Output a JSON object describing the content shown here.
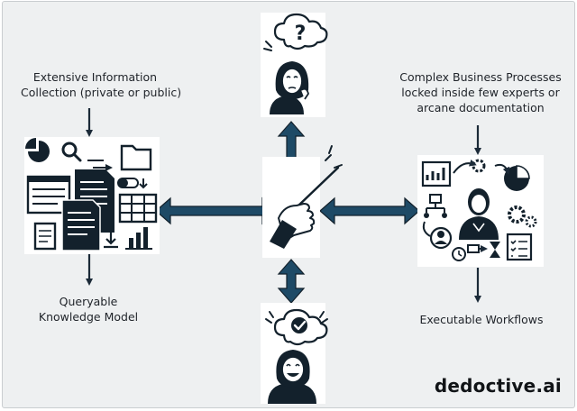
{
  "labels": {
    "info_collection_line1": "Extensive Information",
    "info_collection_line2": "Collection (private or public)",
    "knowledge_model_line1": "Queryable",
    "knowledge_model_line2": "Knowledge Model",
    "processes_line1": "Complex Business Processes",
    "processes_line2": "locked inside few experts or",
    "processes_line3": "arcane documentation",
    "workflows": "Executable Workflows"
  },
  "brand": "dedoctive.ai",
  "colors": {
    "navy": "#1e4a66",
    "ink": "#1b2a38",
    "background": "#eef0f1"
  },
  "icons": {
    "top": "confused-person-question-cloud-icon",
    "bottom": "happy-person-check-cloud-icon",
    "center": "conductor-hand-baton-icon",
    "left": "documents-and-data-icon",
    "right": "business-process-expert-icon"
  }
}
